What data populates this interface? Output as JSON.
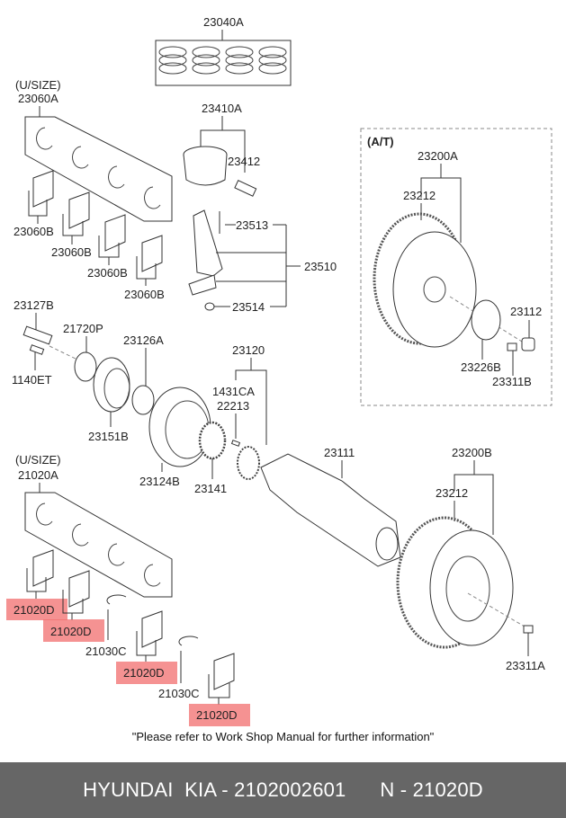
{
  "diagram": {
    "labels": {
      "p23040A": "23040A",
      "usize1": "(U/SIZE)",
      "p23060A": "23060A",
      "p23410A": "23410A",
      "p23412": "23412",
      "p23060B_1": "23060B",
      "p23060B_2": "23060B",
      "p23060B_3": "23060B",
      "p23060B_4": "23060B",
      "p23513": "23513",
      "p23510": "23510",
      "p23514": "23514",
      "at": "(A/T)",
      "p23200A": "23200A",
      "p23212_at": "23212",
      "p23112": "23112",
      "p23226B": "23226B",
      "p23311B": "23311B",
      "p23127B": "23127B",
      "p21720P": "21720P",
      "p1140ET": "1140ET",
      "p23126A": "23126A",
      "p23151B": "23151B",
      "p23120": "23120",
      "p1431CA": "1431CA",
      "p22213": "22213",
      "p23124B": "23124B",
      "p23141": "23141",
      "usize2": "(U/SIZE)",
      "p21020A": "21020A",
      "p23111": "23111",
      "p23200B": "23200B",
      "p23212_mt": "23212",
      "p23311A": "23311A",
      "p21020D_1": "21020D",
      "p21020D_2": "21020D",
      "p21030C_1": "21030C",
      "p21020D_3": "21020D",
      "p21030C_2": "21030C",
      "p21020D_4": "21020D"
    },
    "highlight_color": "#f26d6d"
  },
  "note": "\"Please refer to Work Shop Manual for further information\"",
  "footer": {
    "brand": "HYUNDAI  KIA - 2102002601",
    "part": "N - 21020D",
    "background": "#666666"
  }
}
